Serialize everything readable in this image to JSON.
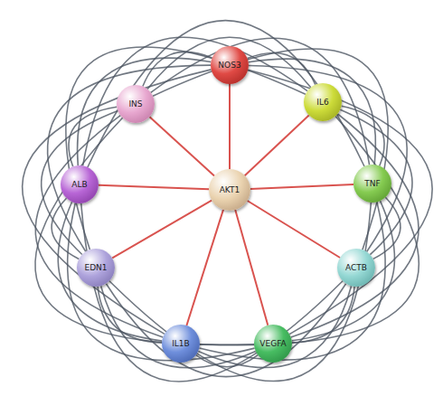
{
  "diagram": {
    "nodes": [
      {
        "text": [
          "NOS3"
        ]
      },
      {
        "text": [
          "INS"
        ]
      },
      {
        "text": [
          "IL6"
        ]
      },
      {
        "text": [
          "ALB"
        ]
      },
      {
        "text": [
          "AKT1"
        ]
      },
      {
        "text": [
          "TNF"
        ]
      },
      {
        "text": [
          "EDN1"
        ]
      },
      {
        "text": [
          "ACTB"
        ]
      },
      {
        "text": [
          "IL1B"
        ]
      },
      {
        "text": [
          "VEGFA"
        ]
      }
    ],
    "edges": [
      {
        "from": 4,
        "to": 0,
        "arrow": "none"
      },
      {
        "from": 4,
        "to": 1,
        "arrow": "none"
      },
      {
        "from": 4,
        "to": 2,
        "arrow": "none"
      },
      {
        "from": 4,
        "to": 3,
        "arrow": "none"
      },
      {
        "from": 4,
        "to": 5,
        "arrow": "none"
      },
      {
        "from": 4,
        "to": 6,
        "arrow": "none"
      },
      {
        "from": 4,
        "to": 7,
        "arrow": "none"
      },
      {
        "from": 4,
        "to": 8,
        "arrow": "none"
      },
      {
        "from": 4,
        "to": 9,
        "arrow": "none"
      },
      {
        "from": 0,
        "to": 1,
        "arrow": "none"
      },
      {
        "from": 0,
        "to": 2,
        "arrow": "none"
      },
      {
        "from": 0,
        "to": 3,
        "arrow": "none"
      },
      {
        "from": 0,
        "to": 5,
        "arrow": "none"
      },
      {
        "from": 0,
        "to": 6,
        "arrow": "none"
      },
      {
        "from": 0,
        "to": 7,
        "arrow": "none"
      },
      {
        "from": 0,
        "to": 8,
        "arrow": "none"
      },
      {
        "from": 0,
        "to": 9,
        "arrow": "none"
      },
      {
        "from": 1,
        "to": 2,
        "arrow": "none"
      },
      {
        "from": 1,
        "to": 3,
        "arrow": "none"
      },
      {
        "from": 1,
        "to": 5,
        "arrow": "none"
      },
      {
        "from": 1,
        "to": 6,
        "arrow": "none"
      },
      {
        "from": 1,
        "to": 7,
        "arrow": "none"
      },
      {
        "from": 1,
        "to": 8,
        "arrow": "none"
      },
      {
        "from": 1,
        "to": 9,
        "arrow": "none"
      },
      {
        "from": 2,
        "to": 3,
        "arrow": "none"
      },
      {
        "from": 2,
        "to": 5,
        "arrow": "none"
      },
      {
        "from": 2,
        "to": 6,
        "arrow": "none"
      },
      {
        "from": 2,
        "to": 7,
        "arrow": "none"
      },
      {
        "from": 2,
        "to": 8,
        "arrow": "none"
      },
      {
        "from": 2,
        "to": 9,
        "arrow": "none"
      },
      {
        "from": 3,
        "to": 5,
        "arrow": "none"
      },
      {
        "from": 3,
        "to": 6,
        "arrow": "none"
      },
      {
        "from": 3,
        "to": 7,
        "arrow": "none"
      },
      {
        "from": 3,
        "to": 8,
        "arrow": "none"
      },
      {
        "from": 3,
        "to": 9,
        "arrow": "none"
      },
      {
        "from": 5,
        "to": 6,
        "arrow": "none"
      },
      {
        "from": 5,
        "to": 7,
        "arrow": "none"
      },
      {
        "from": 5,
        "to": 8,
        "arrow": "none"
      },
      {
        "from": 5,
        "to": 9,
        "arrow": "none"
      },
      {
        "from": 6,
        "to": 7,
        "arrow": "none"
      },
      {
        "from": 6,
        "to": 8,
        "arrow": "none"
      },
      {
        "from": 6,
        "to": 9,
        "arrow": "none"
      },
      {
        "from": 7,
        "to": 8,
        "arrow": "none"
      },
      {
        "from": 7,
        "to": 9,
        "arrow": "none"
      },
      {
        "from": 8,
        "to": 9,
        "arrow": "none"
      }
    ]
  }
}
